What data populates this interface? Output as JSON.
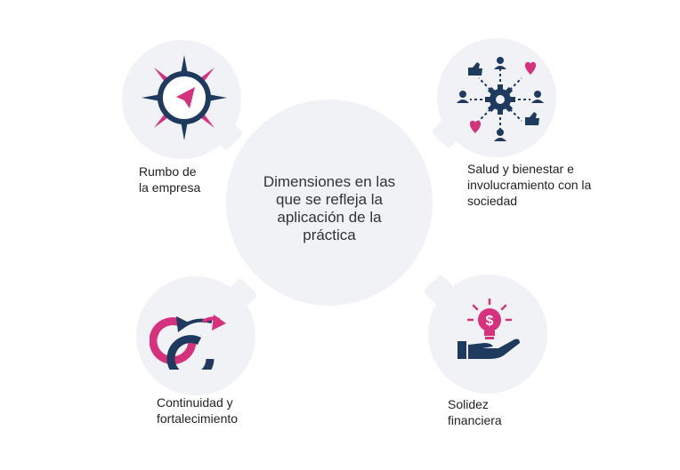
{
  "colors": {
    "navy": "#1f3a5f",
    "magenta": "#d6317c",
    "bubble": "#f1f2f5",
    "text": "#222222"
  },
  "center": {
    "text": "Dimensiones en las\nque se refleja la\naplicación de la\npráctica"
  },
  "dimensions": [
    {
      "label": "Rumbo de\nla empresa",
      "icon": "compass-icon"
    },
    {
      "label": "Salud y bienestar e\ninvolucramiento con la\nsociedad",
      "icon": "network-gear-icon"
    },
    {
      "label": "Continuidad y\nfortalecimiento",
      "icon": "infinity-arrows-icon"
    },
    {
      "label": "Solidez\nfinanciera",
      "icon": "hand-dollar-bulb-icon"
    }
  ]
}
